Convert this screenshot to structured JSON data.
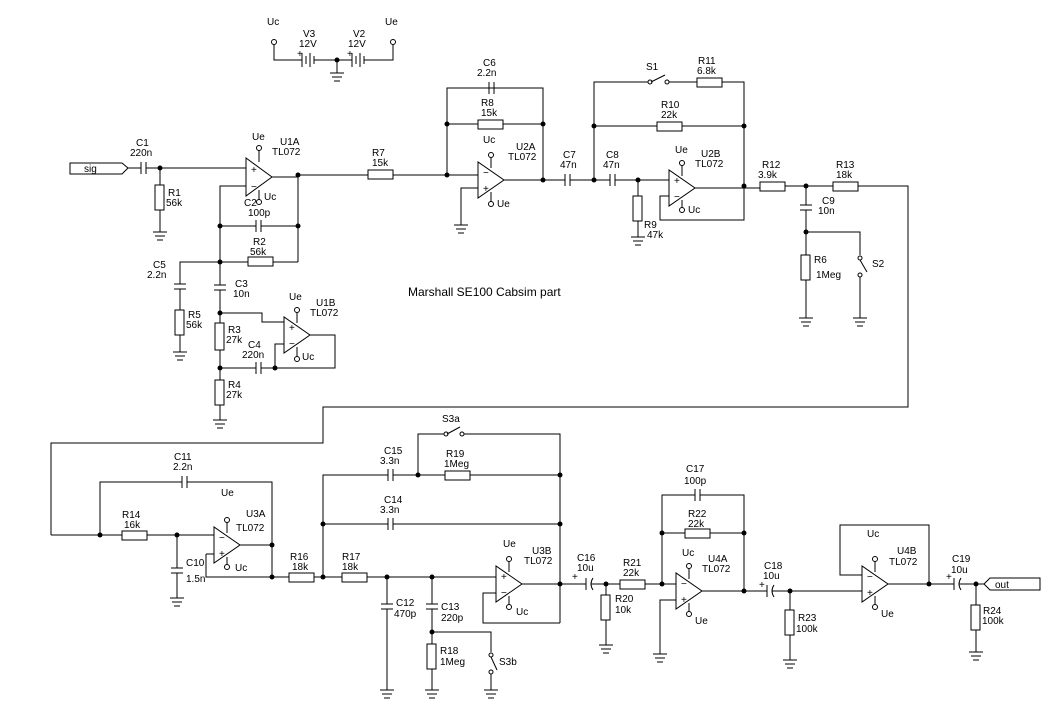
{
  "title": "Marshall SE100 Cabsim part",
  "ports": {
    "sig": "sig",
    "out": "out"
  },
  "supply": {
    "uc": "Uc",
    "ue": "Ue"
  },
  "parts": {
    "V3": {
      "ref": "V3",
      "val": "12V"
    },
    "V2": {
      "ref": "V2",
      "val": "12V"
    },
    "C1": {
      "ref": "C1",
      "val": "220n"
    },
    "R1": {
      "ref": "R1",
      "val": "56k"
    },
    "U1A": {
      "ref": "U1A",
      "val": "TL072"
    },
    "C2": {
      "ref": "C2",
      "val": "100p"
    },
    "R2": {
      "ref": "R2",
      "val": "56k"
    },
    "C5": {
      "ref": "C5",
      "val": "2.2n"
    },
    "R5": {
      "ref": "R5",
      "val": "56k"
    },
    "C3": {
      "ref": "C3",
      "val": "10n"
    },
    "R3": {
      "ref": "R3",
      "val": "27k"
    },
    "C4": {
      "ref": "C4",
      "val": "220n"
    },
    "R4": {
      "ref": "R4",
      "val": "27k"
    },
    "U1B": {
      "ref": "U1B",
      "val": "TL072"
    },
    "R7": {
      "ref": "R7",
      "val": "15k"
    },
    "C6": {
      "ref": "C6",
      "val": "2.2n"
    },
    "R8": {
      "ref": "R8",
      "val": "15k"
    },
    "U2A": {
      "ref": "U2A",
      "val": "TL072"
    },
    "C7": {
      "ref": "C7",
      "val": "47n"
    },
    "C8": {
      "ref": "C8",
      "val": "47n"
    },
    "R9": {
      "ref": "R9",
      "val": "47k"
    },
    "S1": {
      "ref": "S1"
    },
    "R11": {
      "ref": "R11",
      "val": "6.8k"
    },
    "R10": {
      "ref": "R10",
      "val": "22k"
    },
    "U2B": {
      "ref": "U2B",
      "val": "TL072"
    },
    "R12": {
      "ref": "R12",
      "val": "3.9k"
    },
    "R13": {
      "ref": "R13",
      "val": "18k"
    },
    "C9": {
      "ref": "C9",
      "val": "10n"
    },
    "R6": {
      "ref": "R6",
      "val": "1Meg"
    },
    "S2": {
      "ref": "S2"
    },
    "C11": {
      "ref": "C11",
      "val": "2.2n"
    },
    "R14": {
      "ref": "R14",
      "val": "16k"
    },
    "U3A": {
      "ref": "U3A",
      "val": "TL072"
    },
    "C10": {
      "ref": "C10",
      "val": "1.5n"
    },
    "R16": {
      "ref": "R16",
      "val": "18k"
    },
    "R17": {
      "ref": "R17",
      "val": "18k"
    },
    "S3a": {
      "ref": "S3a"
    },
    "C15": {
      "ref": "C15",
      "val": "3.3n"
    },
    "R19": {
      "ref": "R19",
      "val": "1Meg"
    },
    "C14": {
      "ref": "C14",
      "val": "3.3n"
    },
    "U3B": {
      "ref": "U3B",
      "val": "TL072"
    },
    "C12": {
      "ref": "C12",
      "val": "470p"
    },
    "C13": {
      "ref": "C13",
      "val": "220p"
    },
    "R18": {
      "ref": "R18",
      "val": "1Meg"
    },
    "S3b": {
      "ref": "S3b"
    },
    "C16": {
      "ref": "C16",
      "val": "10u"
    },
    "R20": {
      "ref": "R20",
      "val": "10k"
    },
    "R21": {
      "ref": "R21",
      "val": "22k"
    },
    "C17": {
      "ref": "C17",
      "val": "100p"
    },
    "R22": {
      "ref": "R22",
      "val": "22k"
    },
    "U4A": {
      "ref": "U4A",
      "val": "TL072"
    },
    "C18": {
      "ref": "C18",
      "val": "10u"
    },
    "R23": {
      "ref": "R23",
      "val": "100k"
    },
    "U4B": {
      "ref": "U4B",
      "val": "TL072"
    },
    "C19": {
      "ref": "C19",
      "val": "10u"
    },
    "R24": {
      "ref": "R24",
      "val": "100k"
    }
  }
}
